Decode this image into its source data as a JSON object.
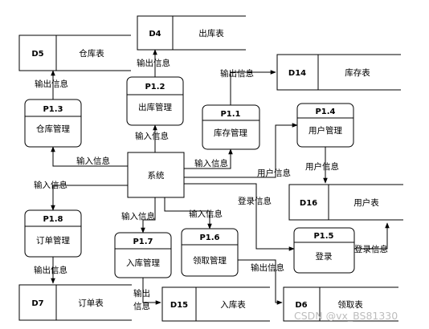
{
  "center": {
    "label": "系统"
  },
  "processes": [
    {
      "key": "p12",
      "id": "P1.2",
      "name": "出库管理"
    },
    {
      "key": "p13",
      "id": "P1.3",
      "name": "仓库管理"
    },
    {
      "key": "p11",
      "id": "P1.1",
      "name": "库存管理"
    },
    {
      "key": "p14",
      "id": "P1.4",
      "name": "用户管理"
    },
    {
      "key": "p18",
      "id": "P1.8",
      "name": "订单管理"
    },
    {
      "key": "p17",
      "id": "P1.7",
      "name": "入库管理"
    },
    {
      "key": "p16",
      "id": "P1.6",
      "name": "领取管理"
    },
    {
      "key": "p15",
      "id": "P1.5",
      "name": "登录"
    }
  ],
  "stores": [
    {
      "key": "d4",
      "id": "D4",
      "name": "出库表"
    },
    {
      "key": "d5",
      "id": "D5",
      "name": "仓库表"
    },
    {
      "key": "d14",
      "id": "D14",
      "name": "库存表"
    },
    {
      "key": "d16",
      "id": "D16",
      "name": "用户表"
    },
    {
      "key": "d7",
      "id": "D7",
      "name": "订单表"
    },
    {
      "key": "d15",
      "id": "D15",
      "name": "入库表"
    },
    {
      "key": "d6",
      "id": "D6",
      "name": "领取表"
    }
  ],
  "flows": {
    "output": "输出信息",
    "input": "输入信息",
    "user_info": "用户信息",
    "login_info": "登录信息",
    "output_split": [
      "输出",
      "信息"
    ]
  },
  "watermark": "CSDN @vx_BS81330"
}
